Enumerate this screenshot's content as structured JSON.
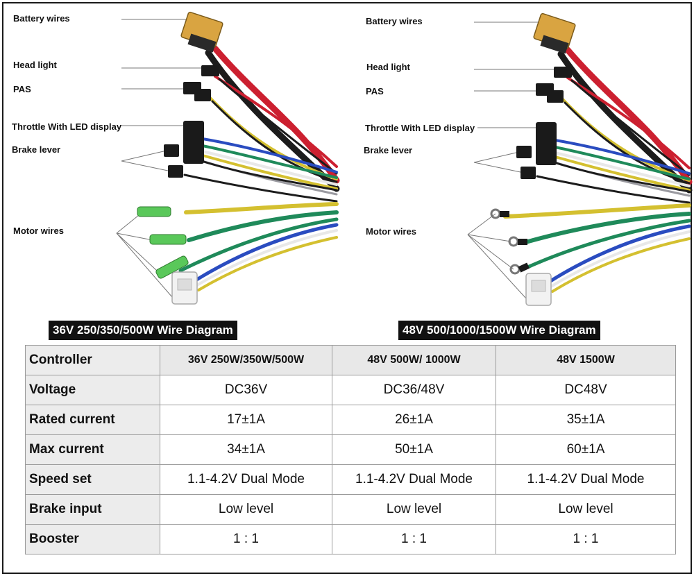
{
  "diagrams": [
    {
      "labels": {
        "battery": "Battery wires",
        "headlight": "Head light",
        "pas": "PAS",
        "throttle": "Throttle With LED display",
        "brake": "Brake lever",
        "motor": "Motor wires"
      },
      "caption": "36V 250/350/500W Wire Diagram",
      "motor_terminal": "bullet-connector",
      "colors": {
        "connector": "#d9a441",
        "terminal": "#5ac85a"
      }
    },
    {
      "labels": {
        "battery": "Battery wires",
        "headlight": "Head light",
        "pas": "PAS",
        "throttle": "Throttle With LED display",
        "brake": "Brake lever",
        "motor": "Motor wires"
      },
      "caption": "48V 500/1000/1500W Wire Diagram",
      "motor_terminal": "ring-terminal",
      "colors": {
        "connector": "#d9a441",
        "terminal": "#1a1a1a"
      }
    }
  ],
  "table": {
    "headers": [
      "Controller",
      "36V 250W/350W/500W",
      "48V 500W/ 1000W",
      "48V 1500W"
    ],
    "rows": [
      [
        "Voltage",
        "DC36V",
        "DC36/48V",
        "DC48V"
      ],
      [
        "Rated current",
        "17±1A",
        "26±1A",
        "35±1A"
      ],
      [
        "Max current",
        "34±1A",
        "50±1A",
        "60±1A"
      ],
      [
        "Speed set",
        "1.1-4.2V Dual Mode",
        "1.1-4.2V Dual Mode",
        "1.1-4.2V Dual Mode"
      ],
      [
        "Brake input",
        "Low level",
        "Low level",
        "Low level"
      ],
      [
        "Booster",
        "1 : 1",
        "1 : 1",
        "1 : 1"
      ]
    ]
  },
  "wire_colors": {
    "red": "#cc2030",
    "black": "#1c1c1c",
    "yellow": "#d4c030",
    "green": "#1f8a5a",
    "blue": "#2a4cc0",
    "white": "#e8e8e8",
    "gray": "#9a9aa0"
  }
}
